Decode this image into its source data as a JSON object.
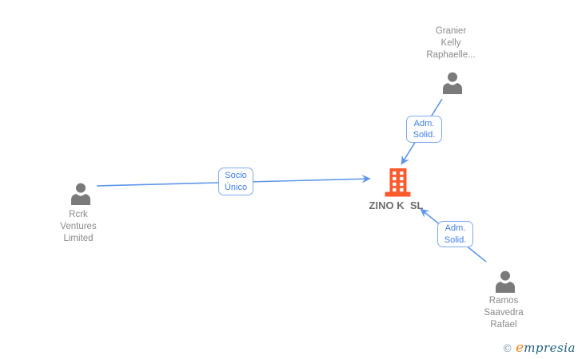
{
  "colors": {
    "line": "#5e97ea",
    "label_border": "#7fa9f0",
    "label_text": "#3d7de9",
    "person_icon": "#7a7a7a",
    "person_text": "#8a8a8a",
    "company_text": "#6b6b6b",
    "building": "#fb5a2d",
    "brand_orange": "#f5831f",
    "brand_teal": "#1d5f80",
    "copyright": "#7b96aa"
  },
  "chart": {
    "company": {
      "name": "ZINO K  SL"
    },
    "persons": [
      {
        "name": "Granier Kelly Raphaelle...",
        "lines": [
          "Granier",
          "Kelly",
          "Raphaelle..."
        ]
      },
      {
        "name": "Rcrk Ventures Limited",
        "lines": [
          "Rcrk",
          "Ventures",
          "Limited"
        ]
      },
      {
        "name": "Ramos Saavedra Rafael",
        "lines": [
          "Ramos",
          "Saavedra",
          "Rafael"
        ]
      }
    ],
    "edges": [
      {
        "from": "Rcrk Ventures Limited",
        "to": "ZINO K SL",
        "role": "Socio Único",
        "lines": [
          "Socio",
          "Único"
        ]
      },
      {
        "from": "Granier Kelly Raphaelle...",
        "to": "ZINO K SL",
        "role": "Adm. Solid.",
        "lines": [
          "Adm.",
          "Solid."
        ]
      },
      {
        "from": "Ramos Saavedra Rafael",
        "to": "ZINO K SL",
        "role": "Adm. Solid.",
        "lines": [
          "Adm.",
          "Solid."
        ]
      }
    ]
  },
  "footer": {
    "copyright": "©",
    "brand_e": "e",
    "brand_rest": "mpresia"
  }
}
